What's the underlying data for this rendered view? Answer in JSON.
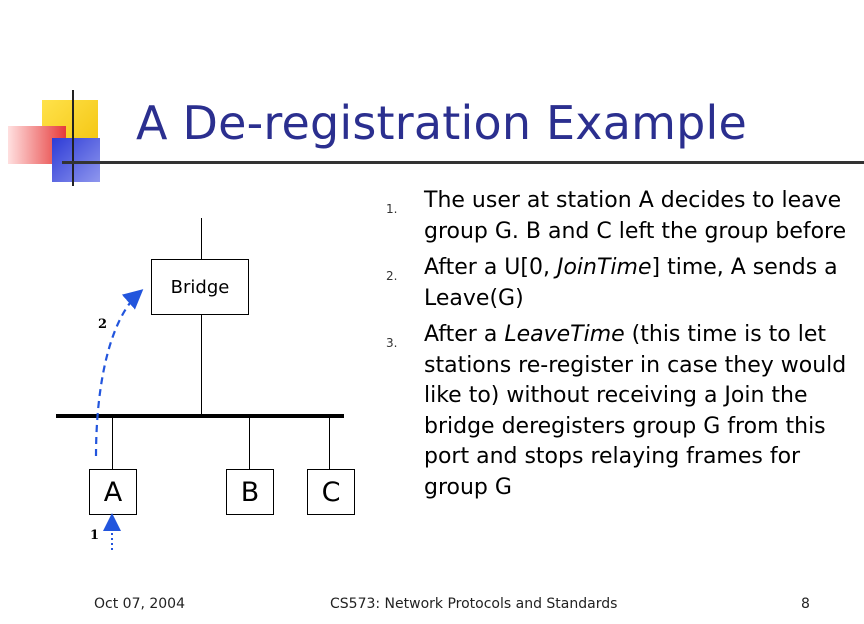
{
  "slide": {
    "title": "A De-registration Example",
    "items": [
      {
        "num": "1.",
        "parts": [
          {
            "t": "The user at station A decides to leave group G. B and C left the group before"
          }
        ]
      },
      {
        "num": "2.",
        "parts": [
          {
            "t": "After a U[0, "
          },
          {
            "t": "JoinTime",
            "em": true
          },
          {
            "t": "] time, A sends a Leave(G)"
          }
        ]
      },
      {
        "num": "3.",
        "parts": [
          {
            "t": "After a "
          },
          {
            "t": "LeaveTime",
            "em": true
          },
          {
            "t": " (this time is to let stations re-register in case they would like to) without receiving a Join the bridge deregisters group G from this port and stops relaying frames for group G"
          }
        ]
      }
    ]
  },
  "diagram": {
    "bridge_label": "Bridge",
    "station_a": "A",
    "station_b": "B",
    "station_c": "C",
    "step1_label": "1",
    "step2_label": "2",
    "arrow_color": "#2255dd"
  },
  "footer": {
    "date": "Oct 07, 2004",
    "course": "CS573: Network Protocols and Standards",
    "page": "8"
  },
  "colors": {
    "title": "#2b2f8f"
  }
}
